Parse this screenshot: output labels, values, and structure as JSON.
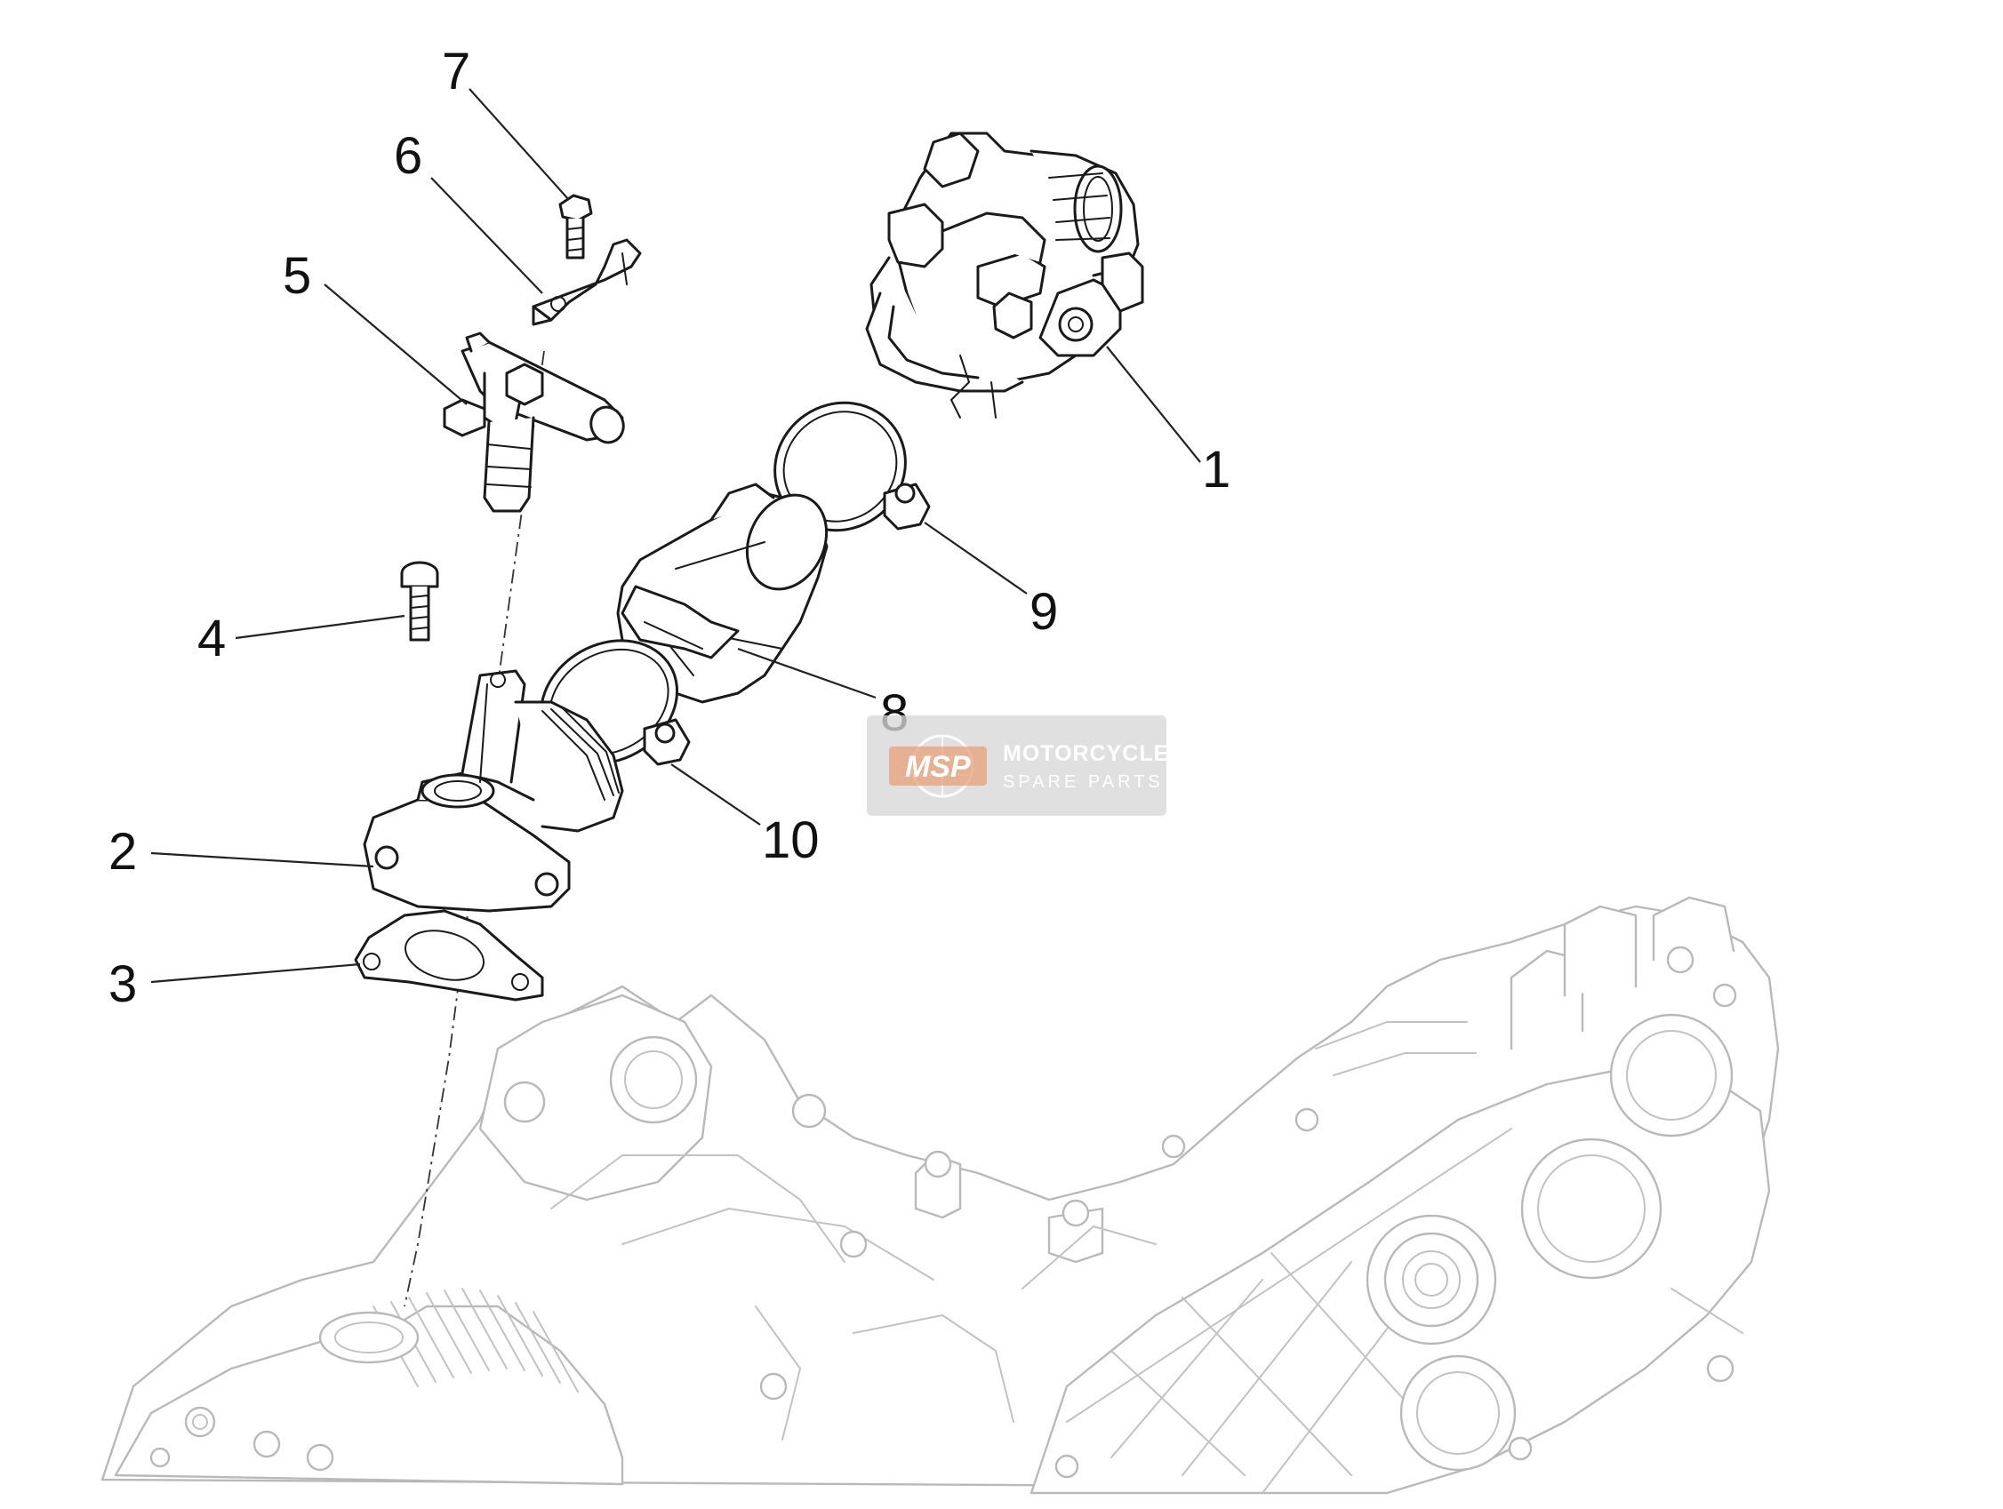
{
  "callouts": [
    {
      "id": "1",
      "label": "1"
    },
    {
      "id": "2",
      "label": "2"
    },
    {
      "id": "3",
      "label": "3"
    },
    {
      "id": "4",
      "label": "4"
    },
    {
      "id": "5",
      "label": "5"
    },
    {
      "id": "6",
      "label": "6"
    },
    {
      "id": "7",
      "label": "7"
    },
    {
      "id": "8",
      "label": "8"
    },
    {
      "id": "9",
      "label": "9"
    },
    {
      "id": "10",
      "label": "10"
    }
  ],
  "watermark": {
    "logo": "MSP",
    "title": "MOTORCYCLE",
    "subtitle": "SPARE PARTS"
  },
  "colors": {
    "line": "#1a1a1a",
    "engine_ghost": "#b9b9b9",
    "watermark_bg": "#d7d7d7",
    "watermark_accent": "#e8a07a"
  }
}
